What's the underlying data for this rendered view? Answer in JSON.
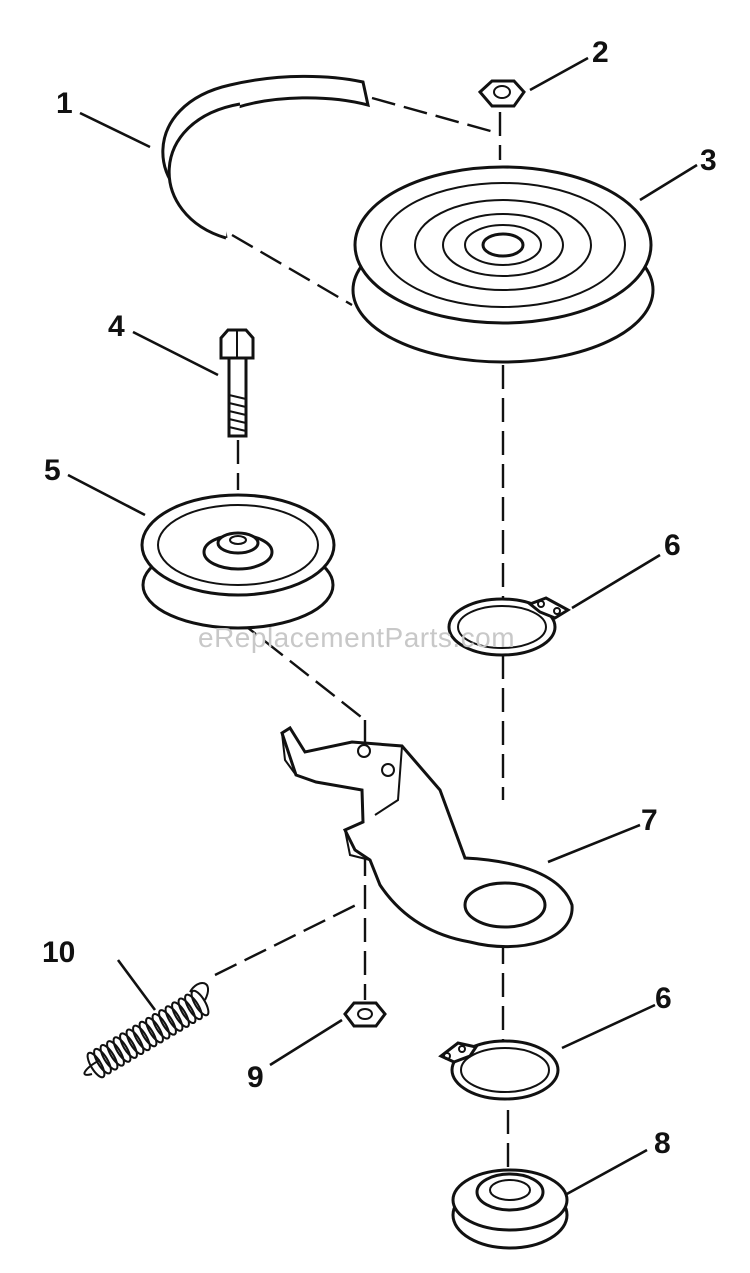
{
  "watermark": "eReplacementParts.com",
  "callouts": [
    {
      "id": "1",
      "part": "drive-belt"
    },
    {
      "id": "2",
      "part": "hex-nut"
    },
    {
      "id": "3",
      "part": "drive-pulley"
    },
    {
      "id": "4",
      "part": "hex-bolt"
    },
    {
      "id": "5",
      "part": "idler-pulley"
    },
    {
      "id": "6",
      "part": "retaining-ring-upper"
    },
    {
      "id": "7",
      "part": "idler-bracket"
    },
    {
      "id": "6",
      "part": "retaining-ring-lower"
    },
    {
      "id": "8",
      "part": "flange-bushing"
    },
    {
      "id": "9",
      "part": "hex-nut-small"
    },
    {
      "id": "10",
      "part": "extension-spring"
    }
  ]
}
